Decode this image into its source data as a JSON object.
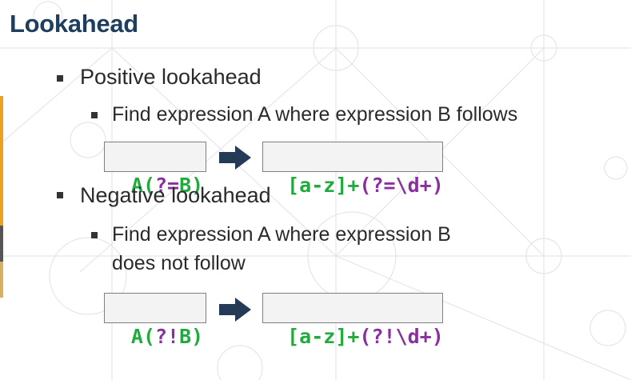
{
  "slide": {
    "title": "Lookahead",
    "positive": {
      "heading": "Positive lookahead",
      "description": "Find expression A where expression B follows",
      "pattern": {
        "prefix": "A(",
        "op": "?=",
        "suffix": "B)"
      },
      "example": {
        "part1": "[a-z]+",
        "part2": "(?=\\d+)"
      }
    },
    "negative": {
      "heading": "Negative lookahead",
      "description_line1": "Find expression A where expression B",
      "description_line2": "does not follow",
      "pattern": {
        "prefix": "A(",
        "op": "?!",
        "suffix": "B)"
      },
      "example": {
        "part1": "[a-z]+",
        "part2": "(?!\\d+)"
      }
    }
  },
  "colors": {
    "title": "#1f3d5c",
    "code_green": "#22aa3e",
    "code_purple": "#8a2fa0",
    "arrow": "#243a56",
    "left_accent_orange": "#f0a020"
  }
}
